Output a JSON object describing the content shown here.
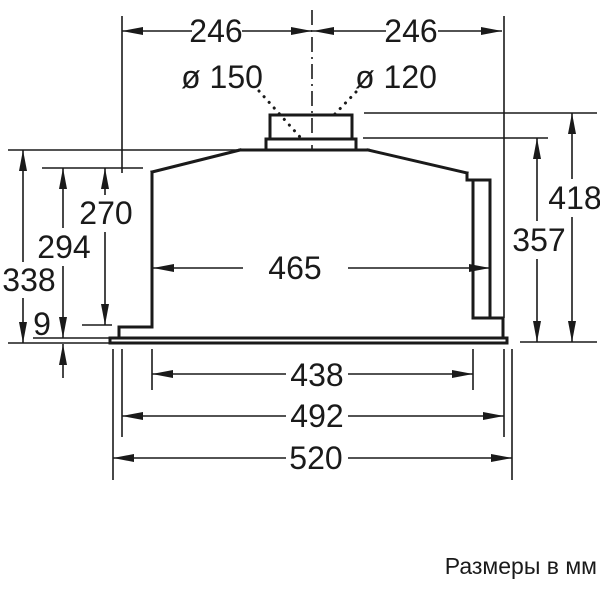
{
  "labels": {
    "dim_top_left": "246",
    "dim_top_right": "246",
    "dia_flange": "ø 150",
    "dia_duct": "ø 120",
    "dim_height_side": "270",
    "dim_height_mid": "294",
    "dim_height_total": "338",
    "dim_rim_thickness": "9",
    "dim_width_inner": "465",
    "dim_height_flange": "357",
    "dim_height_duct": "418",
    "dim_width_cutout": "438",
    "dim_width_step": "492",
    "dim_width_rim": "520",
    "note": "Размеры в мм"
  },
  "colors": {
    "line": "#1a1a1a",
    "background": "#ffffff"
  }
}
